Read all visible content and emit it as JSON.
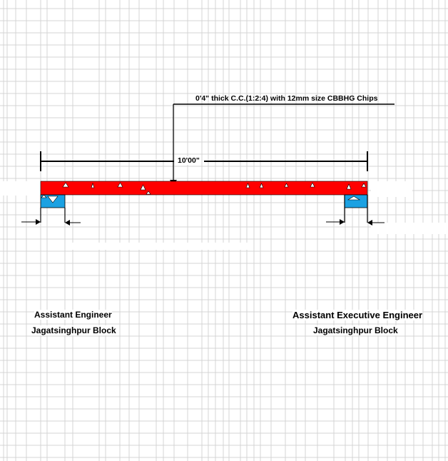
{
  "drawing": {
    "material_note": "0'4\" thick C.C.(1:2:4) with 12mm size CBBHG Chips",
    "span_dimension": "10'00\"",
    "colors": {
      "slab": "#ff0000",
      "support": "#1ba1e2",
      "grid": "#d4d4d4"
    }
  },
  "signatures": {
    "left": {
      "title": "Assistant Engineer",
      "office": "Jagatsinghpur Block"
    },
    "right": {
      "title": "Assistant Executive Engineer",
      "office": "Jagatsinghpur Block"
    }
  }
}
